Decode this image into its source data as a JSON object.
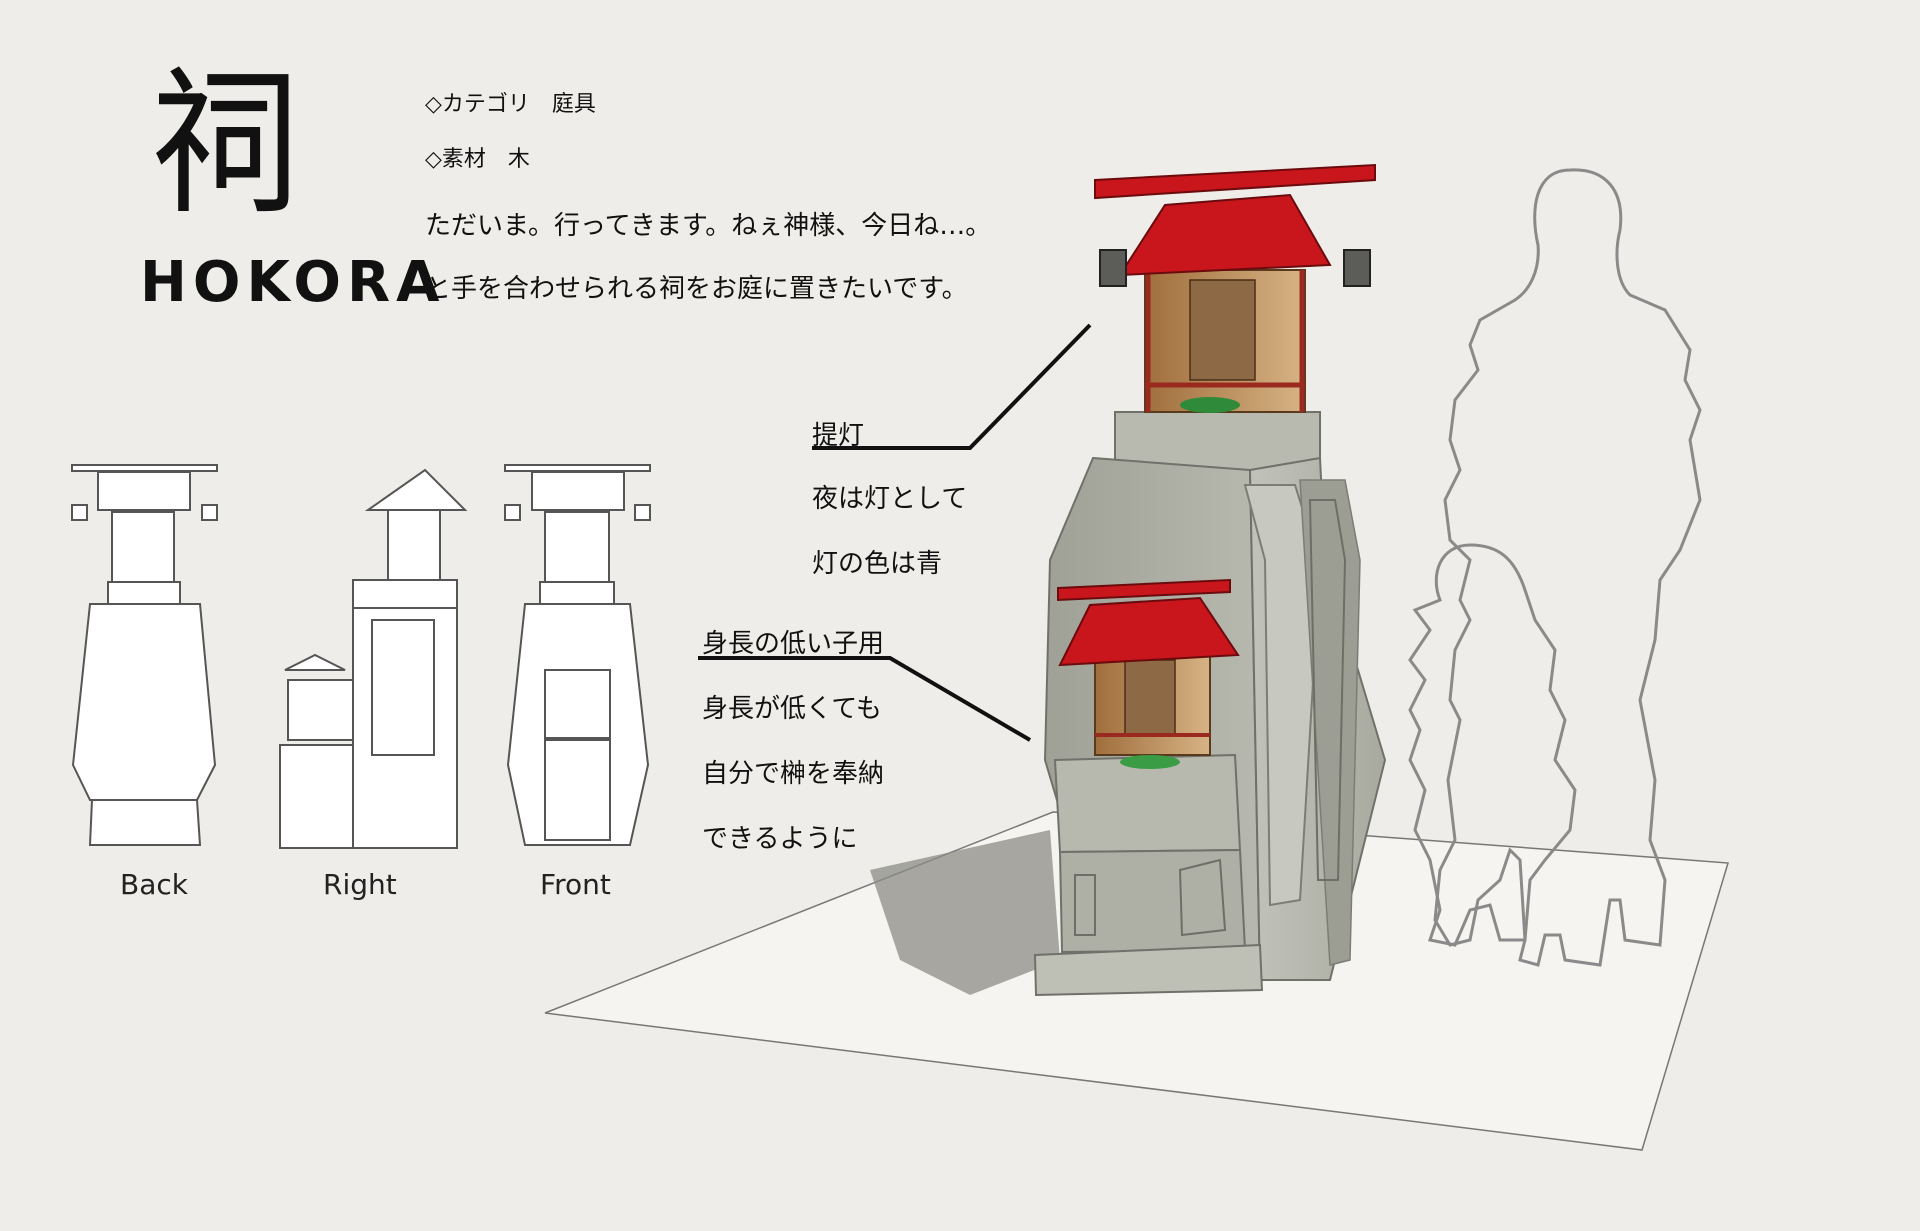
{
  "header": {
    "title_kanji": "祠",
    "title_romaji": "HOKORA",
    "category": "◇カテゴリ　庭具",
    "material": "◇素材　木",
    "description_line1": "ただいま。行ってきます。ねぇ神様、今日ね…。",
    "description_line2": "と手を合わせられる祠をお庭に置きたいです。"
  },
  "annotations": {
    "lantern": {
      "heading": "提灯",
      "lines": [
        "夜は灯として",
        "灯の色は青"
      ]
    },
    "child_shrine": {
      "heading": "身長の低い子用",
      "lines": [
        "身長が低くても",
        "自分で榊を奉納",
        "できるように"
      ]
    }
  },
  "views": {
    "back": "Back",
    "right": "Right",
    "front": "Front"
  },
  "colors": {
    "background": "#efede9",
    "roof_red": "#c8161c",
    "stone": "#a9ab9f",
    "wood": "#b98a55"
  }
}
